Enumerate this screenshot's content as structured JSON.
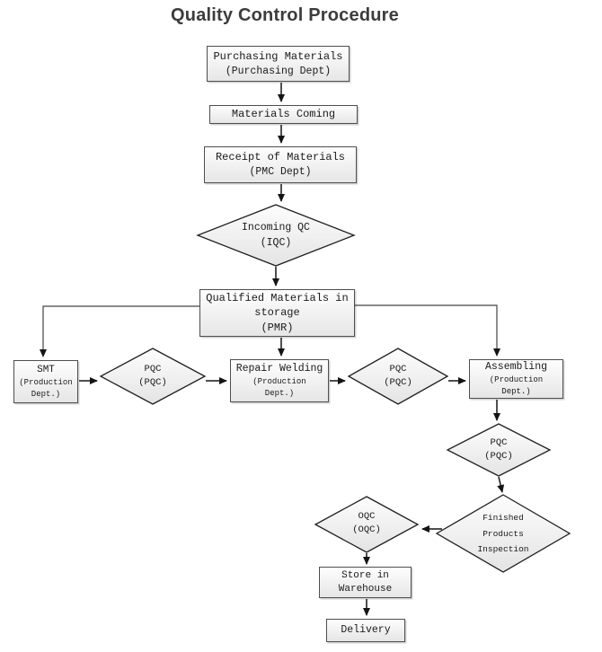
{
  "title": "Quality Control Procedure",
  "nodes": {
    "purchasing": {
      "type": "box",
      "lines": [
        "Purchasing Materials",
        "(Purchasing Dept)"
      ]
    },
    "materials_coming": {
      "type": "box",
      "lines": [
        "Materials Coming"
      ]
    },
    "receipt": {
      "type": "box",
      "lines": [
        "Receipt of Materials",
        "(PMC Dept)"
      ]
    },
    "incoming_qc": {
      "type": "diamond",
      "lines": [
        "Incoming QC",
        "(IQC)"
      ]
    },
    "qualified": {
      "type": "box",
      "lines": [
        "Qualified Materials in",
        "storage",
        "(PMR)"
      ]
    },
    "smt": {
      "type": "box",
      "lines": [
        "SMT",
        "(Production",
        "Dept.)"
      ]
    },
    "pqc_smt": {
      "type": "diamond",
      "lines": [
        "PQC",
        "(PQC)"
      ]
    },
    "repair_welding": {
      "type": "box",
      "lines": [
        "Repair Welding",
        "(Production",
        "Dept.)"
      ]
    },
    "pqc_repair": {
      "type": "diamond",
      "lines": [
        "PQC",
        "(PQC)"
      ]
    },
    "assembling": {
      "type": "box",
      "lines": [
        "Assembling",
        "(Production",
        "Dept.)"
      ]
    },
    "pqc_assembling": {
      "type": "diamond",
      "lines": [
        "PQC",
        "(PQC)"
      ]
    },
    "finished_inspection": {
      "type": "diamond",
      "lines": [
        "Finished",
        "Products",
        "Inspection"
      ]
    },
    "oqc": {
      "type": "diamond",
      "lines": [
        "OQC",
        "(OQC)"
      ]
    },
    "store": {
      "type": "box",
      "lines": [
        "Store in",
        "Warehouse"
      ]
    },
    "delivery": {
      "type": "box",
      "lines": [
        "Delivery"
      ]
    }
  },
  "edges": [
    {
      "from": "purchasing",
      "to": "materials_coming"
    },
    {
      "from": "materials_coming",
      "to": "receipt"
    },
    {
      "from": "receipt",
      "to": "incoming_qc"
    },
    {
      "from": "incoming_qc",
      "to": "qualified"
    },
    {
      "from": "qualified",
      "to": "smt"
    },
    {
      "from": "qualified",
      "to": "repair_welding"
    },
    {
      "from": "qualified",
      "to": "assembling"
    },
    {
      "from": "smt",
      "to": "pqc_smt"
    },
    {
      "from": "pqc_smt",
      "to": "repair_welding"
    },
    {
      "from": "repair_welding",
      "to": "pqc_repair"
    },
    {
      "from": "pqc_repair",
      "to": "assembling"
    },
    {
      "from": "assembling",
      "to": "pqc_assembling"
    },
    {
      "from": "pqc_assembling",
      "to": "finished_inspection"
    },
    {
      "from": "finished_inspection",
      "to": "oqc"
    },
    {
      "from": "oqc",
      "to": "store"
    },
    {
      "from": "store",
      "to": "delivery"
    }
  ],
  "colors": {
    "node_fill_top": "#fefefe",
    "node_fill_bottom": "#e4e4e4",
    "node_border": "#4e4e4e",
    "arrow": "#141414",
    "connector": "#444444",
    "text": "#1a1a1a",
    "title_text": "#3c3c3c",
    "background": "#ffffff"
  }
}
